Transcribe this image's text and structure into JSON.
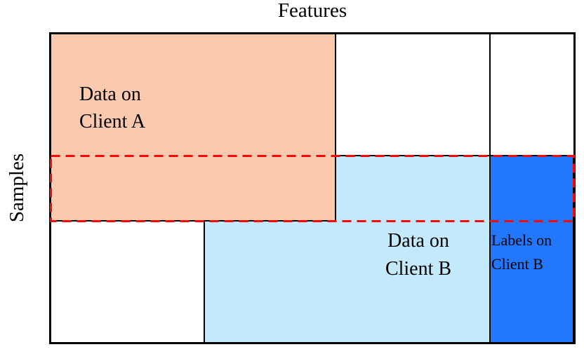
{
  "figure": {
    "axes": {
      "top_label": "Features",
      "left_label": "Samples"
    },
    "regions": {
      "client_a_data": {
        "line1": "Data on",
        "line2": "Client A",
        "fill": "#fbc9ae"
      },
      "client_b_data": {
        "line1": "Data on",
        "line2": "Client B",
        "fill": "#c3e9fb"
      },
      "client_b_labels": {
        "line1": "Labels on",
        "line2": "Client B",
        "fill": "#2377fc"
      }
    },
    "overlap_outline_color": "#f40a0a",
    "line_color": "#000000",
    "background_color": "#ffffff"
  }
}
